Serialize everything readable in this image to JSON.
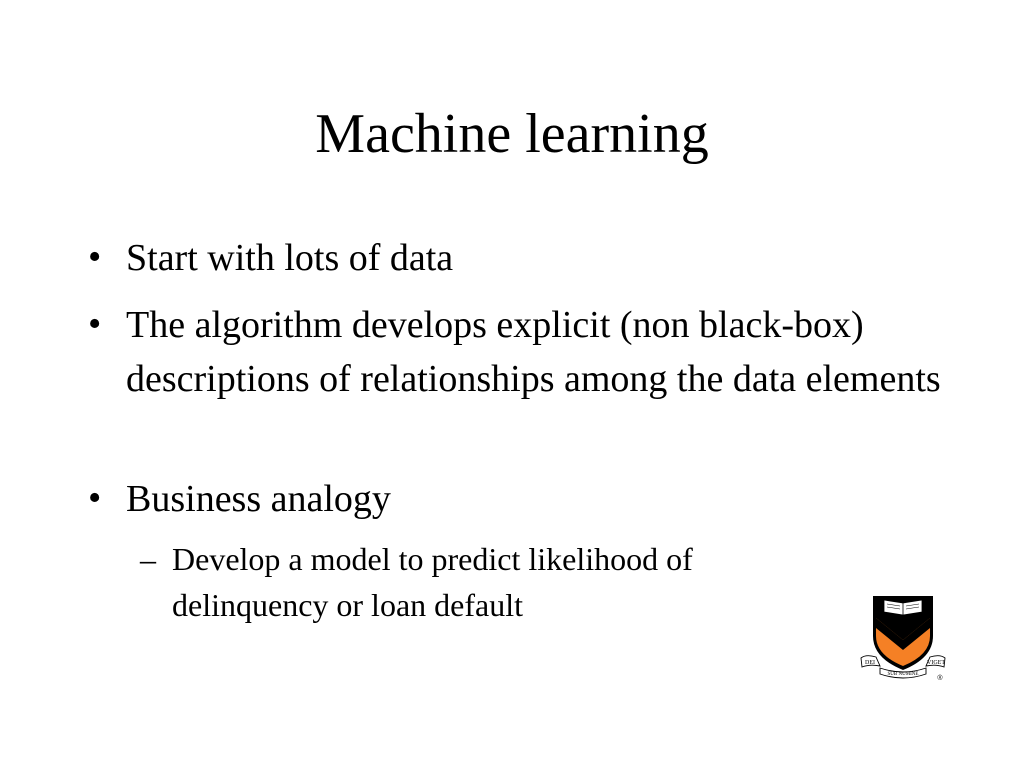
{
  "slide": {
    "title": "Machine learning",
    "bullet_symbol": "•",
    "sub_symbol": "–",
    "bullets": [
      {
        "text": "Start with lots of data"
      },
      {
        "text": "The algorithm develops explicit (non black-box) descriptions of relationships among the data elements"
      },
      {
        "text": "Business analogy"
      }
    ],
    "sub_bullets": [
      {
        "text": "Develop a model to predict likelihood of delinquency or loan default"
      }
    ],
    "logo": {
      "icon": "princeton-shield-icon",
      "motto_left": "DEI",
      "motto_center": "SUB NUMINE",
      "motto_right": "VIGET",
      "mark": "®",
      "colors": {
        "orange": "#f58025",
        "black": "#000000"
      }
    }
  }
}
